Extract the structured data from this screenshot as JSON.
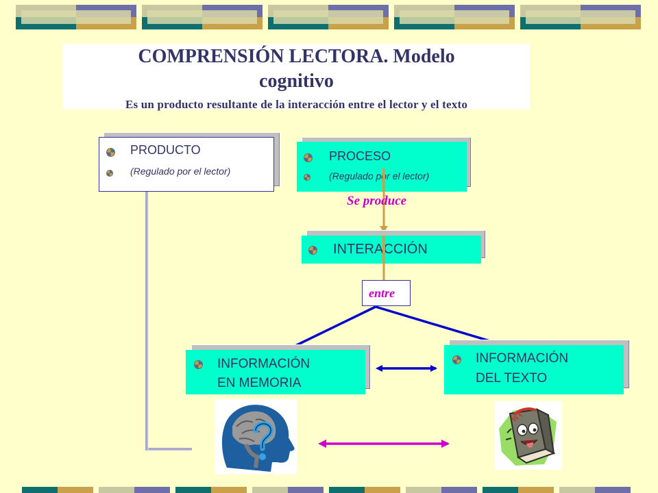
{
  "title": {
    "line1": "COMPRENSIÓN LECTORA. Modelo",
    "line2": "cognitivo",
    "subtitle": "Es un producto resultante de la interacción entre el lector y el texto"
  },
  "producto": {
    "label": "PRODUCTO",
    "note": "(Regulado por el lector)"
  },
  "proceso": {
    "label": "PROCESO",
    "note": "(Regulado por el lector)"
  },
  "connector_label_1": "Se produce",
  "interaccion": {
    "label": "INTERACCIÓN"
  },
  "connector_label_2": "entre",
  "info_memoria": {
    "line1": "INFORMACIÓN",
    "line2": "EN MEMORIA"
  },
  "info_texto": {
    "line1": "INFORMACIÓN",
    "line2": "DEL TEXTO"
  },
  "images": {
    "left": "head-with-question-mark",
    "right": "cartoon-book-character"
  },
  "colors": {
    "background": "#FFFFCC",
    "title": "#333366",
    "cyan_box": "#00FFCC",
    "magenta_label": "#CC00CC",
    "blue_arrow": "#0000CC",
    "magenta_arrow": "#CC00CC",
    "tan_connector": "#C9A14A",
    "gray_connector": "#A9A9C8"
  }
}
